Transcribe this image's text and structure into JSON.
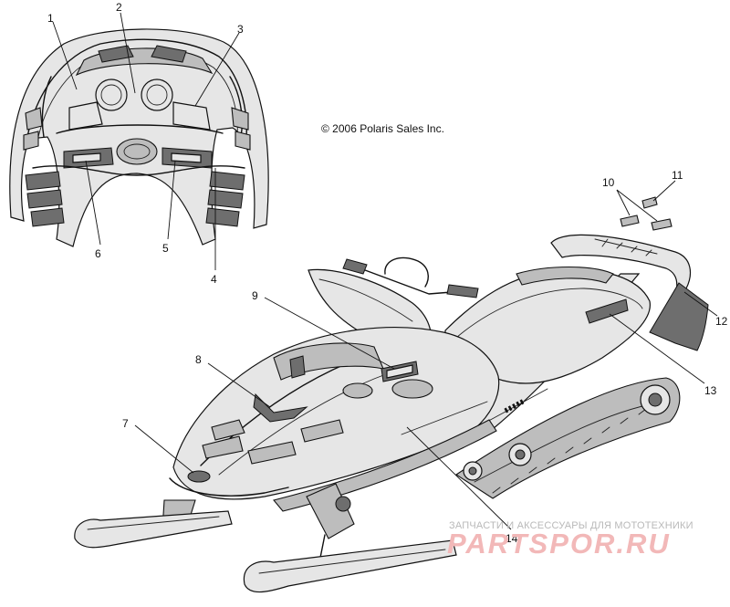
{
  "copyright": "© 2006 Polaris Sales Inc.",
  "callouts": [
    {
      "id": "1",
      "label": "1"
    },
    {
      "id": "2",
      "label": "2"
    },
    {
      "id": "3",
      "label": "3"
    },
    {
      "id": "4",
      "label": "4"
    },
    {
      "id": "5",
      "label": "5"
    },
    {
      "id": "6",
      "label": "6"
    },
    {
      "id": "7",
      "label": "7"
    },
    {
      "id": "8",
      "label": "8"
    },
    {
      "id": "9",
      "label": "9"
    },
    {
      "id": "10",
      "label": "10"
    },
    {
      "id": "11",
      "label": "11"
    },
    {
      "id": "12",
      "label": "12"
    },
    {
      "id": "13",
      "label": "13"
    },
    {
      "id": "14",
      "label": "14"
    }
  ],
  "watermark": {
    "subtitle": "ЗАПЧАСТИ И АКСЕССУАРЫ ДЛЯ МОТОТЕХНИКИ",
    "logo": "PARTSPOR.RU"
  }
}
